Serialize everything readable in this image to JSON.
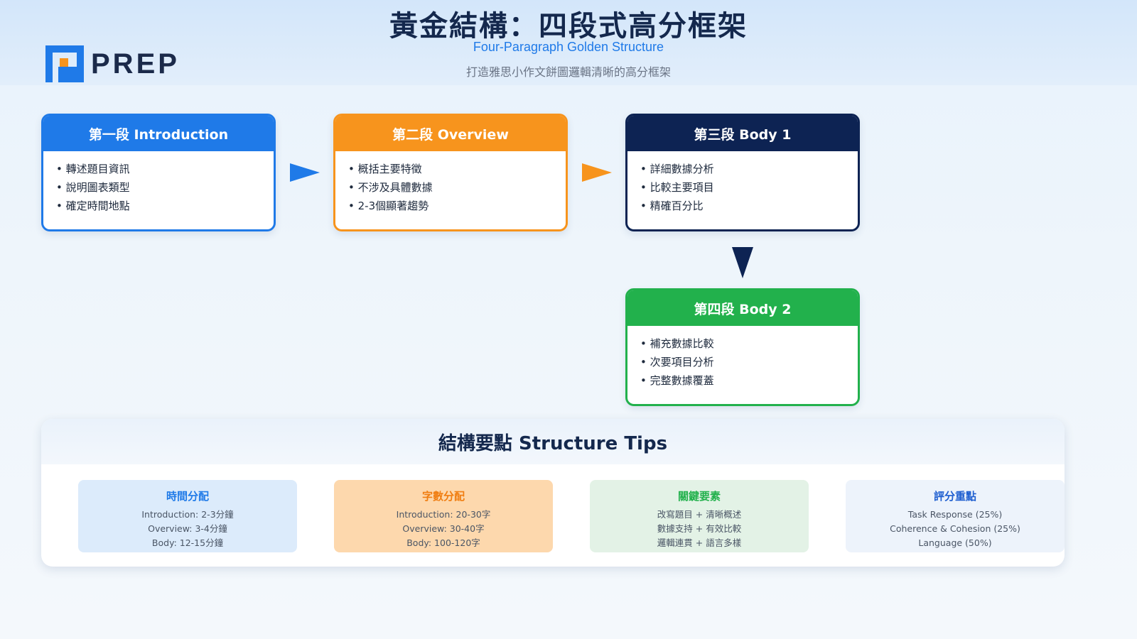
{
  "header": {
    "logo_text": "PREP",
    "title": "黃金結構：四段式高分框架",
    "subtitle_en": "Four-Paragraph Golden Structure",
    "subtitle_zh": "打造雅思小作文餅圖邏輯清晰的高分框架"
  },
  "colors": {
    "blue": "#1f7ae8",
    "orange": "#f7941d",
    "navy": "#0d2353",
    "green": "#22b14c"
  },
  "cards": [
    {
      "title": "第一段 Introduction",
      "items": [
        "轉述題目資訊",
        "說明圖表類型",
        "確定時間地點"
      ]
    },
    {
      "title": "第二段 Overview",
      "items": [
        "概括主要特徵",
        "不涉及具體數據",
        "2-3個顯著趨勢"
      ]
    },
    {
      "title": "第三段 Body 1",
      "items": [
        "詳細數據分析",
        "比較主要項目",
        "精確百分比"
      ]
    },
    {
      "title": "第四段 Body 2",
      "items": [
        "補充數據比較",
        "次要項目分析",
        "完整數據覆蓋"
      ]
    }
  ],
  "tips": {
    "title": "結構要點 Structure Tips",
    "items": [
      {
        "title": "時間分配",
        "lines": [
          "Introduction: 2-3分鐘",
          "Overview: 3-4分鐘",
          "Body: 12-15分鐘"
        ]
      },
      {
        "title": "字數分配",
        "lines": [
          "Introduction: 20-30字",
          "Overview: 30-40字",
          "Body: 100-120字"
        ]
      },
      {
        "title": "關鍵要素",
        "lines": [
          "改寫題目 + 清晰概述",
          "數據支持 + 有效比較",
          "邏輯連貫 + 語言多樣"
        ]
      },
      {
        "title": "評分重點",
        "lines": [
          "Task Response (25%)",
          "Coherence & Cohesion (25%)",
          "Language (50%)"
        ]
      }
    ]
  }
}
